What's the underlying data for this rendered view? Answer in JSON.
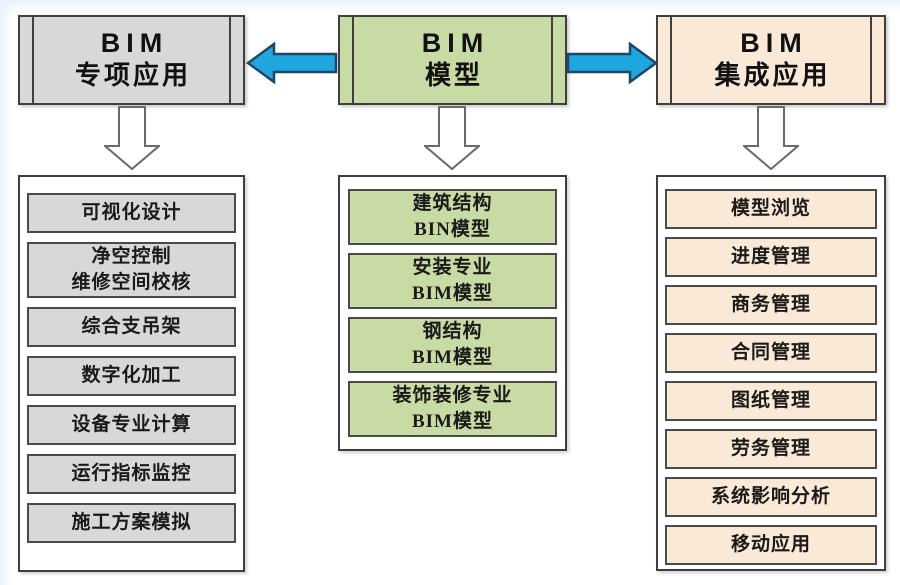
{
  "diagram": {
    "columns": [
      {
        "header_line1": "BIM",
        "header_line2": "专项应用",
        "items": [
          "可视化设计",
          "净空控制\n维修空间校核",
          "综合支吊架",
          "数字化加工",
          "设备专业计算",
          "运行指标监控",
          "施工方案模拟"
        ]
      },
      {
        "header_line1": "BIM",
        "header_line2": "模型",
        "items": [
          "建筑结构\nBIN模型",
          "安装专业\nBIM模型",
          "钢结构\nBIM模型",
          "装饰装修专业\nBIM模型"
        ]
      },
      {
        "header_line1": "BIM",
        "header_line2": "集成应用",
        "items": [
          "模型浏览",
          "进度管理",
          "商务管理",
          "合同管理",
          "图纸管理",
          "劳务管理",
          "系统影响分析",
          "移动应用"
        ]
      }
    ]
  },
  "colors": {
    "special-fill": "#d8d8d8",
    "model-fill": "#c9dba4",
    "integrated-fill": "#fbe9d8",
    "box-border": "#3f3f3f",
    "item-border": "#4a4a4a",
    "arrow-fill": "#1fa6df",
    "arrow-outline": "#1f4666",
    "edge-tint": "#e9f2fa"
  }
}
